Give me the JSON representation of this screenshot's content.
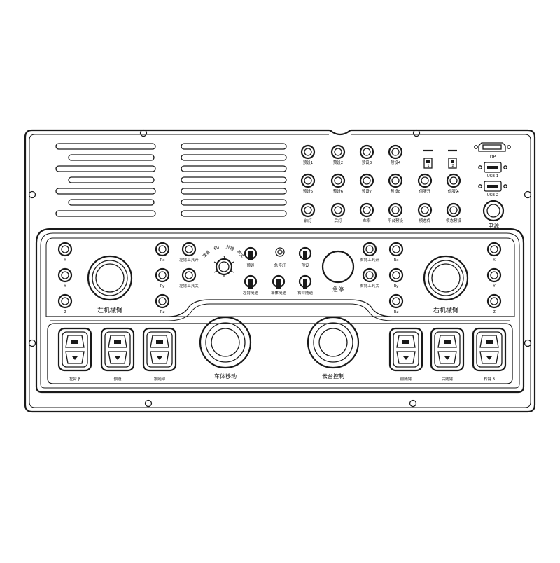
{
  "panel": {
    "colors": {
      "line": "#1a1a1a",
      "background": "#ffffff"
    },
    "top_buttons": {
      "row1": [
        "预设1",
        "预设2",
        "预设3",
        "预设4"
      ],
      "row2": [
        "预设5",
        "预设6",
        "预设7",
        "预设8",
        "伺服开",
        "伺服关"
      ],
      "row3": [
        "前灯",
        "后灯",
        "车喇",
        "平台预设",
        "模态保",
        "模态预设"
      ]
    },
    "switches": {
      "s1": "1",
      "s2": "2"
    },
    "ports": {
      "dp": "DP",
      "usb1": "USB 1",
      "usb2": "USB 2",
      "power": "电源"
    },
    "left_arm": {
      "axes": [
        "X",
        "Y",
        "Z"
      ],
      "rot": [
        "Rx",
        "Ry",
        "Rz"
      ],
      "tool_open": "左臂工具开",
      "tool_close": "左臂工具关",
      "title": "左机械臂"
    },
    "right_arm": {
      "axes": [
        "X",
        "Y",
        "Z"
      ],
      "rot": [
        "Rx",
        "Ry",
        "Rz"
      ],
      "tool_open": "右臂工具开",
      "tool_close": "右臂工具关",
      "title": "右机械臂"
    },
    "mode_dial": [
      "准备",
      "60",
      "外接",
      "模式"
    ],
    "center": {
      "k1": "预设",
      "k2": "预设",
      "indicator": "急停灯",
      "b1": "左臂随速",
      "b2": "车体随速",
      "b3": "右臂随速",
      "estop": "急停"
    },
    "bottom": {
      "left_labels": [
        "左臂 β",
        "预设",
        "跟随部"
      ],
      "right_labels": [
        "前随臂",
        "后随臂",
        "右臂 β"
      ],
      "move": "车体移动",
      "ptz": "云台控制"
    }
  }
}
